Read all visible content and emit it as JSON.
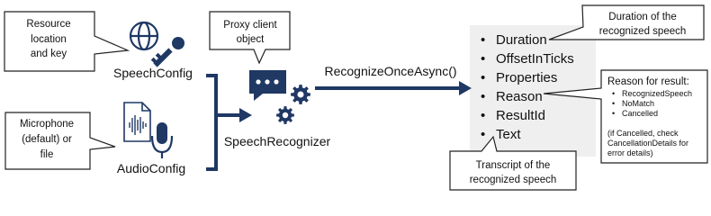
{
  "callouts": {
    "resource": [
      "Resource",
      "location",
      "and key"
    ],
    "proxy": [
      "Proxy client",
      "object"
    ],
    "microphone": [
      "Microphone",
      "(default) or",
      "file"
    ],
    "duration": [
      "Duration of the",
      "recognized speech"
    ],
    "transcript": [
      "Transcript of the",
      "recognized speech"
    ]
  },
  "nodes": {
    "speech_config": "SpeechConfig",
    "audio_config": "AudioConfig",
    "speech_recognizer": "SpeechRecognizer"
  },
  "method_label": "RecognizeOnceAsync()",
  "result_properties": [
    "Duration",
    "OffsetInTicks",
    "Properties",
    "Reason",
    "ResultId",
    "Text"
  ],
  "reason_box": {
    "title": "Reason for result:",
    "items": [
      "RecognizedSpeech",
      "NoMatch",
      "Cancelled"
    ],
    "note": [
      "(if Cancelled, check",
      "CancellationDetails for",
      "error details)"
    ]
  },
  "colors": {
    "navy": "#1f3864",
    "result_panel": "#efefef",
    "callout_fill": "#ffffff",
    "callout_stroke": "#222222"
  },
  "icons": [
    "globe-icon",
    "key-icon",
    "document-audio-icon",
    "microphone-icon",
    "chat-bubble-icon",
    "gear-icon"
  ]
}
